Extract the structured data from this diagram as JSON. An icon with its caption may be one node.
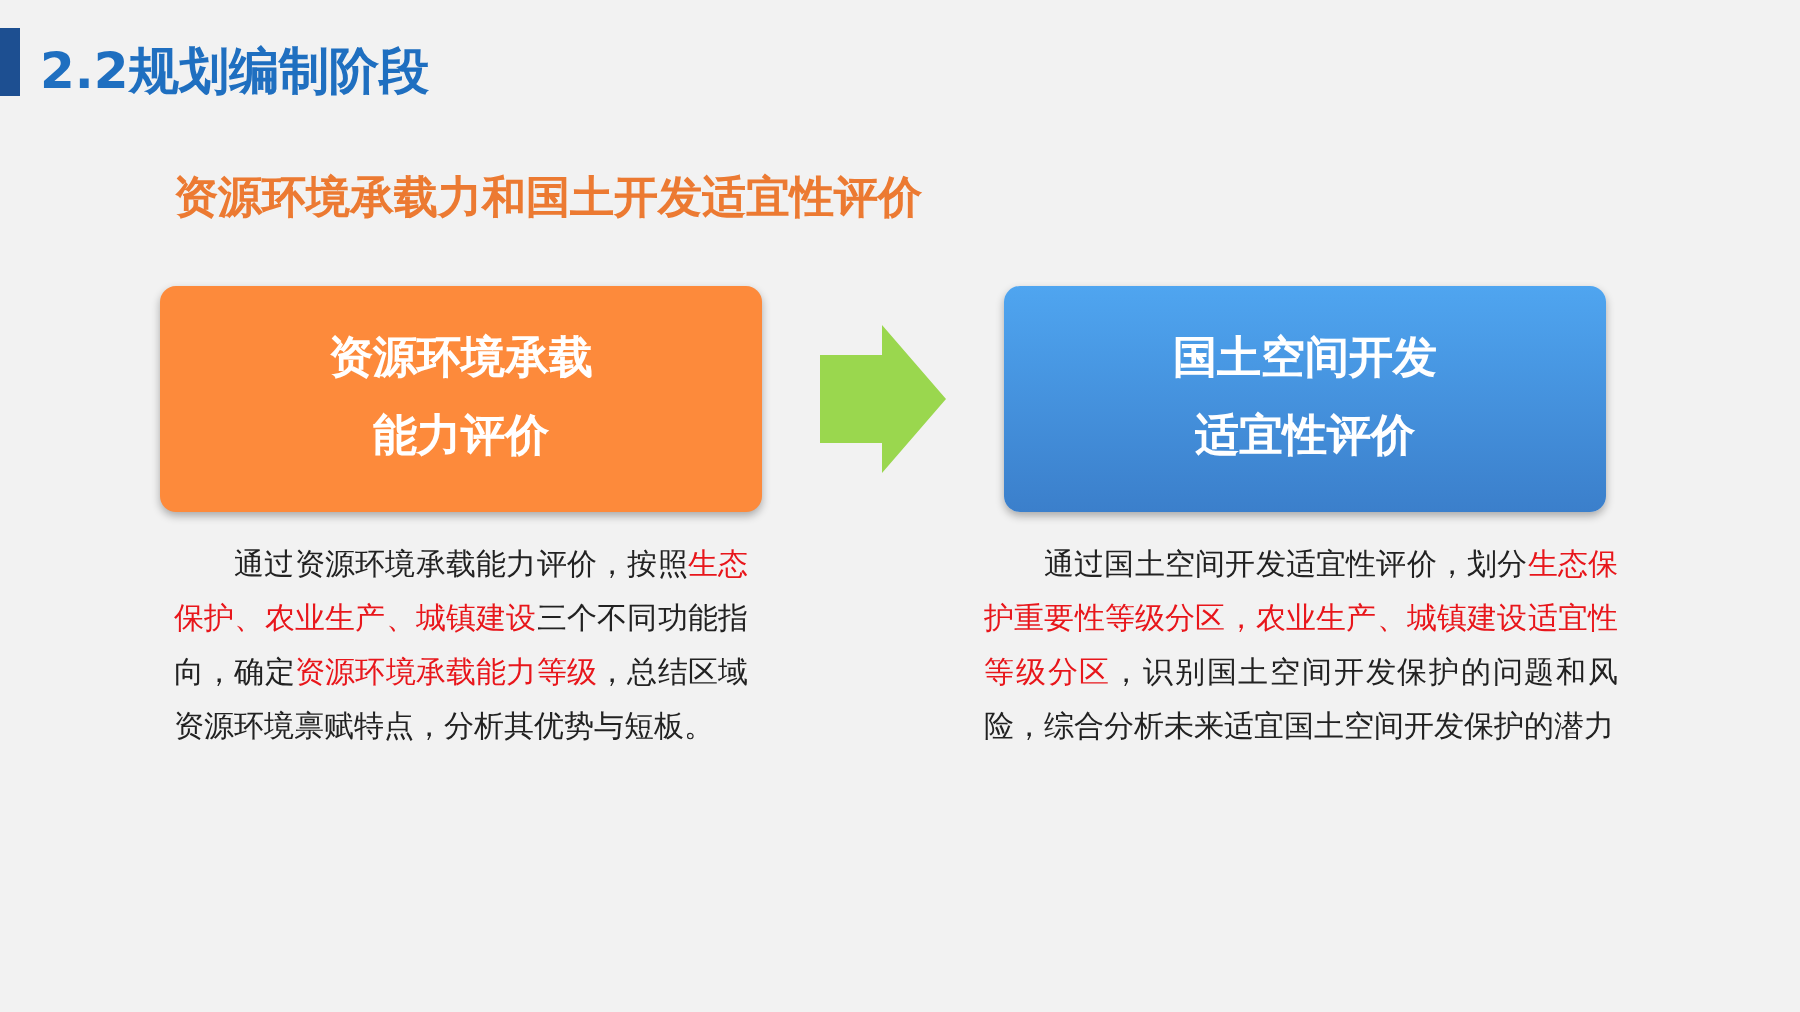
{
  "diagram": {
    "title": "2.2规划编制阶段",
    "nodes": [
      {
        "text": [
          "资源环境承载能力评价"
        ],
        "beside": [
          "通过资源环境承载能力评价，按照**生态保护、农业生产、城镇建设**三个不同功能指向，确定**资源环境承载能力等级**，总结区域资源环境禀赋特点，分析其优势与短板。"
        ]
      },
      {
        "text": [
          "国土空间开发适宜性评价"
        ],
        "beside": [
          "通过国土空间开发适宜性评价，划分**生态保护重要性等级分区，农业生产、城镇建设适宜性等级分区**，识别国土空间开发保护的问题和风险，综合分析未来适宜国土空间开发保护的潜力"
        ]
      }
    ],
    "edges": [
      {
        "from": 0,
        "to": 1,
        "arrow": "to"
      }
    ],
    "labels": [
      "资源环境承载力和国土开发适宜性评价"
    ]
  }
}
